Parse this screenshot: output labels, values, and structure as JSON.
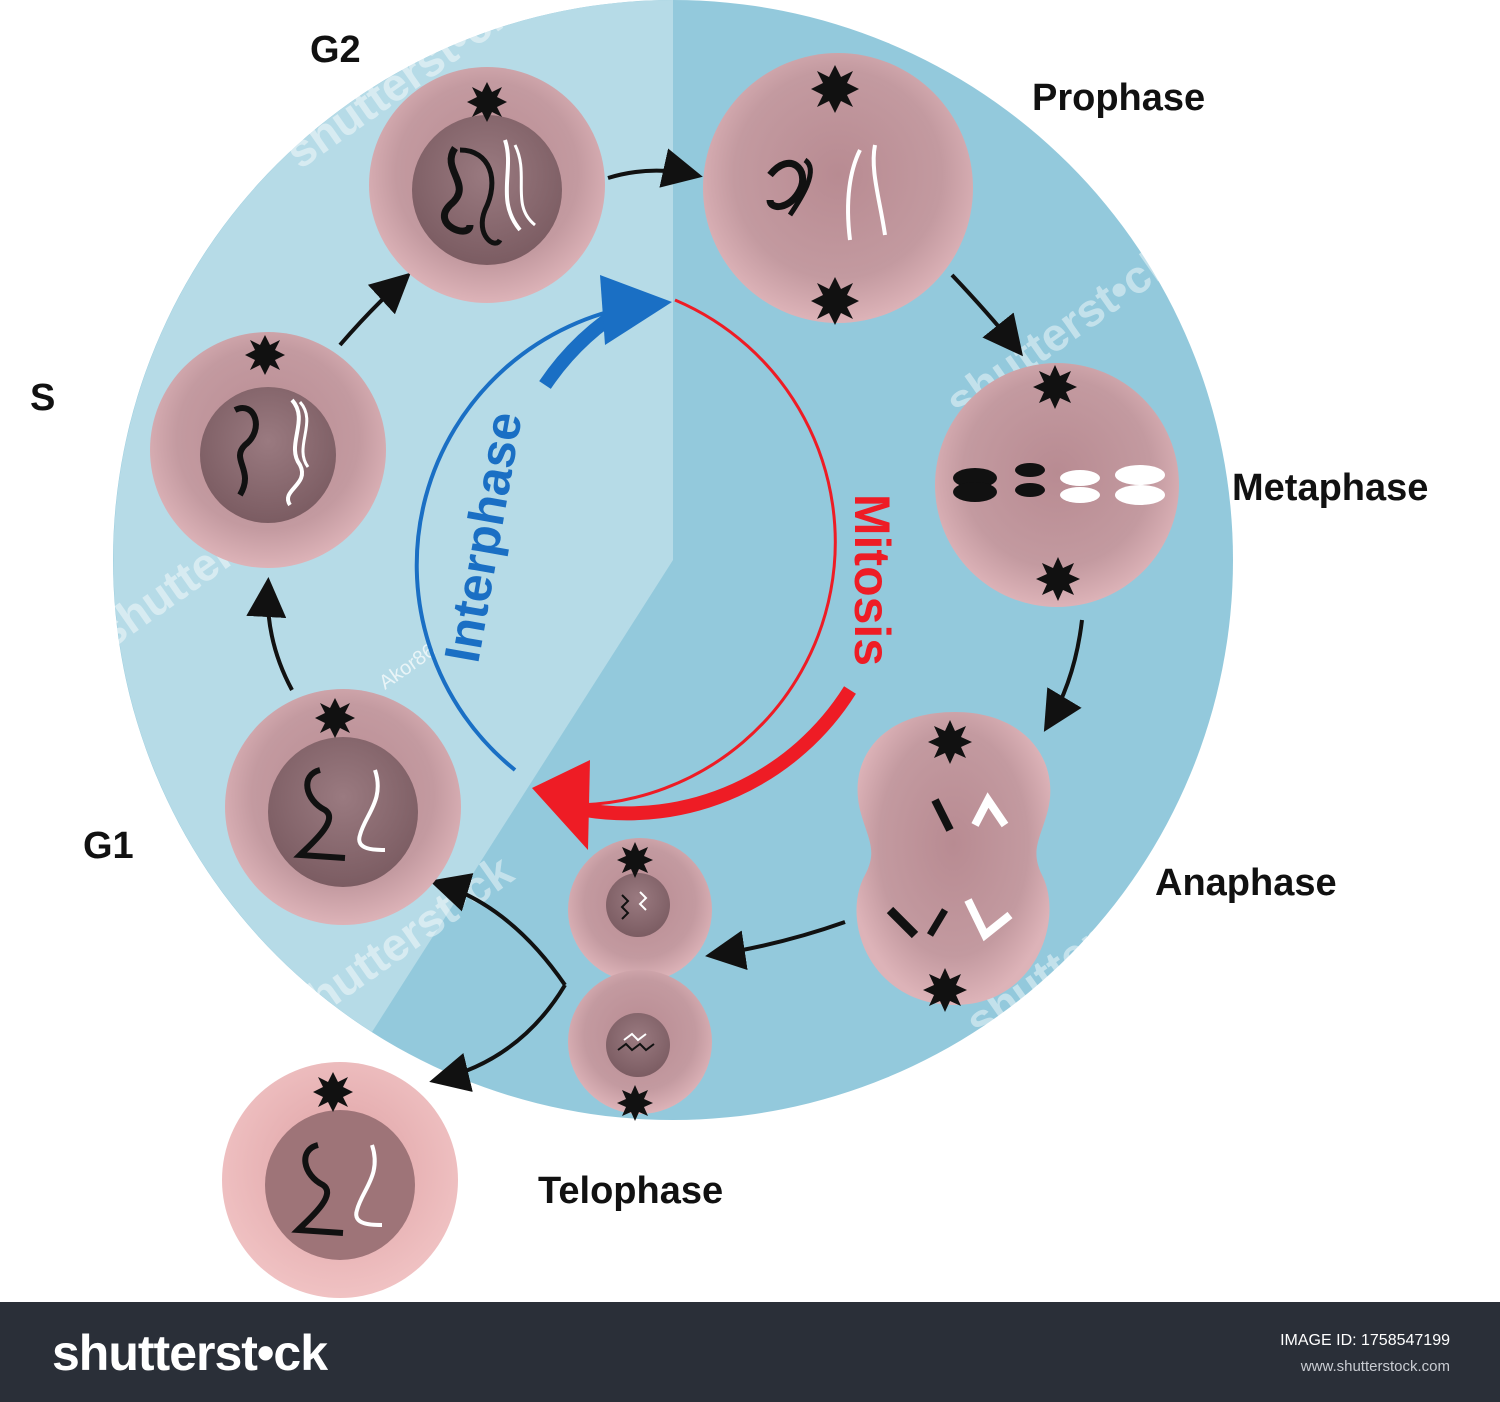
{
  "diagram": {
    "labels": {
      "g2": "G2",
      "s": "S",
      "g1": "G1",
      "prophase": "Prophase",
      "metaphase": "Metaphase",
      "anaphase": "Anaphase",
      "telophase": "Telophase"
    },
    "arcs": {
      "interphase": "Interphase",
      "mitosis": "Mitosis"
    },
    "colors": {
      "interphase": "#1a6fc4",
      "mitosis": "#ee1c25",
      "outer_disc": "#93c9dc",
      "interphase_sector": "#b6dbe7",
      "cell": "#c99aa0",
      "nucleus": "#8e6a70"
    }
  },
  "watermark": {
    "brand": "shutterst•ck",
    "author": "Akor86"
  },
  "footer": {
    "logo": "shutterst•ck",
    "image_id": "IMAGE ID: 1758547199",
    "url": "www.shutterstock.com"
  }
}
